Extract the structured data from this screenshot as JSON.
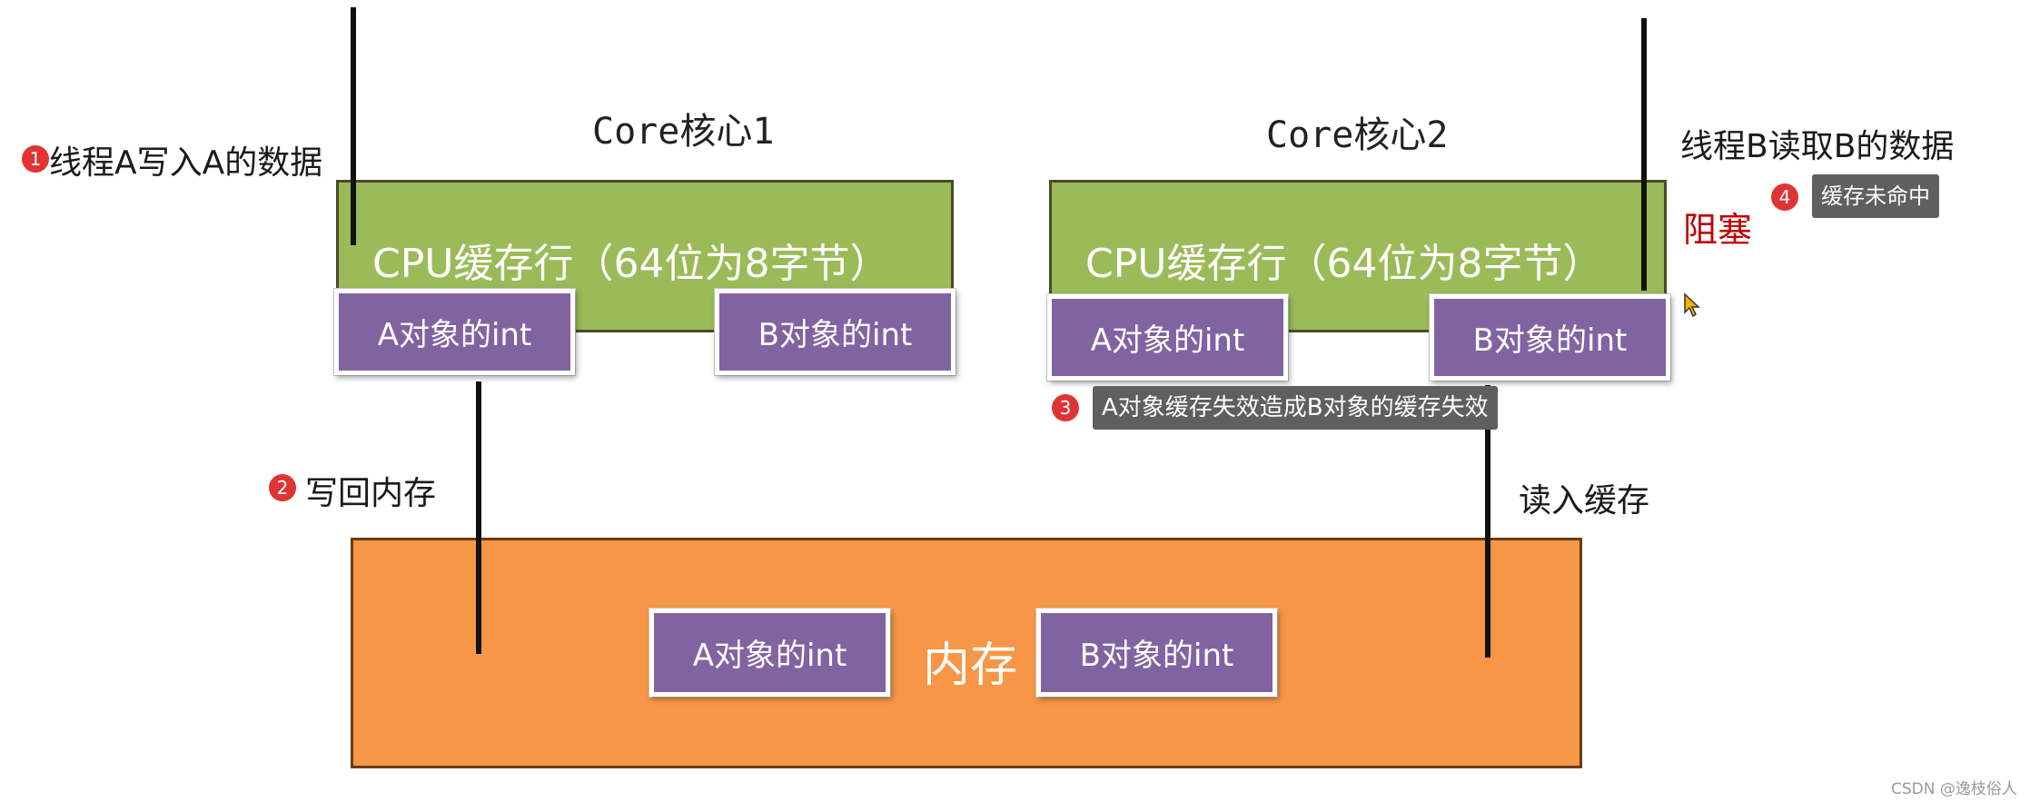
{
  "core1": {
    "title": "Core核心1",
    "cache_label": "CPU缓存行（64位为8字节）",
    "a_int": "A对象的int",
    "b_int": "B对象的int"
  },
  "core2": {
    "title": "Core核心2",
    "cache_label": "CPU缓存行（64位为8字节）",
    "a_int": "A对象的int",
    "b_int": "B对象的int"
  },
  "memory": {
    "label": "内存",
    "a_int": "A对象的int",
    "b_int": "B对象的int"
  },
  "steps": {
    "step1_num": "1",
    "step1_text": "线程A写入A的数据",
    "step2_num": "2",
    "step2_text": "写回内存",
    "step3_num": "3",
    "step3_text": "A对象缓存失效造成B对象的缓存失效",
    "step4_num": "4",
    "step4_text": "缓存未命中"
  },
  "labels": {
    "thread_b": "线程B读取B的数据",
    "blocked": "阻塞",
    "read_into_cache": "读入缓存"
  },
  "watermark": "CSDN @逸枝俗人",
  "colors": {
    "cache_green": "#9bbb59",
    "int_purple": "#8064a2",
    "memory_orange": "#f79646",
    "badge_red": "#e03434",
    "blocked_red": "#c00000",
    "tooltip_gray": "#5f5f5f"
  }
}
